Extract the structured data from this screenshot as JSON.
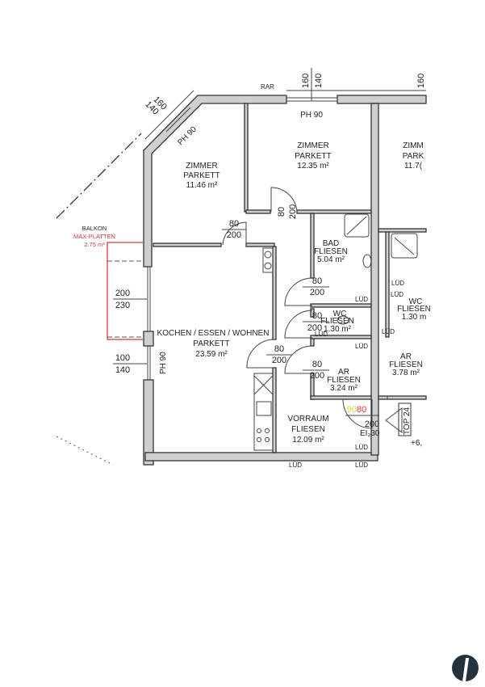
{
  "rooms": [
    {
      "name": "ZIMMER",
      "floor": "PARKETT",
      "area": "11.46 m²"
    },
    {
      "name": "ZIMMER",
      "floor": "PARKETT",
      "area": "12.35 m²"
    },
    {
      "name": "ZIMM",
      "floor": "PARK",
      "area": "11.7("
    },
    {
      "name": "BAD",
      "floor": "FLIESEN",
      "area": "5.04 m²"
    },
    {
      "name": "WC",
      "floor": "FLIESEN",
      "area": "1.30 m²"
    },
    {
      "name": "AR",
      "floor": "FLIESEN",
      "area": "3.24 m²"
    },
    {
      "name": "KOCHEN / ESSEN / WOHNEN",
      "floor": "PARKETT",
      "area": "23.59 m²"
    },
    {
      "name": "VORRAUM",
      "floor": "FLIESEN",
      "area": "12.09 m²"
    },
    {
      "name": "AR",
      "floor": "FLIESEN",
      "area": "3.78 m²"
    },
    {
      "name": "WC",
      "floor": "FLIESEN",
      "area": "1.30 m"
    }
  ],
  "balcony": {
    "name": "BALKON",
    "floor": "MAX-PLATTEN",
    "area": "2.75 m²"
  },
  "labels": {
    "ph90": "PH 90",
    "rar": "RAR",
    "lud": "LÜD",
    "top": "TOP 24",
    "ei30": "EI₂30",
    "level": "+6,",
    "door_old": "90",
    "door_new": "80"
  },
  "dims": {
    "w160": "160",
    "w140": "140",
    "d80": "80",
    "d200": "200",
    "d230": "230",
    "d100": "100",
    "d200b": "200",
    "d140": "140"
  },
  "colors": {
    "wall": "#cfcfcf",
    "balcony": "#d9383a",
    "logo": "#24323d"
  }
}
